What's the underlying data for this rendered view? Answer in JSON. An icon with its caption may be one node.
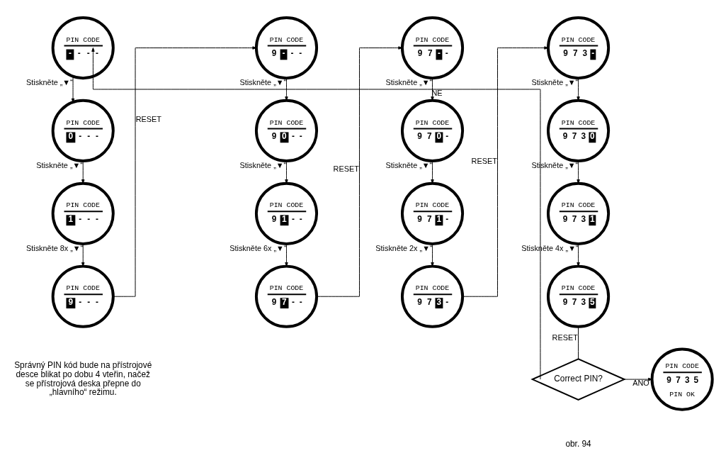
{
  "diagram": {
    "nodes": [
      {
        "text": [
          "PIN CODE",
          "- - - -"
        ]
      },
      {
        "text": [
          "PIN CODE",
          "0 - - -"
        ]
      },
      {
        "text": [
          "PIN CODE",
          "1 - - -"
        ]
      },
      {
        "text": [
          "PIN CODE",
          "9 - - -"
        ]
      },
      {
        "text": [
          "PIN CODE",
          "9 - - -"
        ]
      },
      {
        "text": [
          "PIN CODE",
          "9 0 - -"
        ]
      },
      {
        "text": [
          "PIN CODE",
          "9 1 - -"
        ]
      },
      {
        "text": [
          "PIN CODE",
          "9 7 - -"
        ]
      },
      {
        "text": [
          "PIN CODE",
          "9 7 - -"
        ]
      },
      {
        "text": [
          "PIN CODE",
          "9 7 0 -"
        ]
      },
      {
        "text": [
          "PIN CODE",
          "9 7 1 -"
        ]
      },
      {
        "text": [
          "PIN CODE",
          "9 7 3 -"
        ]
      },
      {
        "text": [
          "PIN CODE",
          "9 7 3 -"
        ]
      },
      {
        "text": [
          "PIN CODE",
          "9 7 3 0"
        ]
      },
      {
        "text": [
          "PIN CODE",
          "9 7 3 1"
        ]
      },
      {
        "text": [
          "PIN CODE",
          "9 7 3 5"
        ]
      },
      {
        "text": [
          "Correct PIN?"
        ]
      },
      {
        "text": [
          "PIN CODE",
          "9 7 3 5",
          "PIN OK"
        ]
      }
    ],
    "edges": [
      {
        "from": 0,
        "to": 1,
        "arrow": "to",
        "label": "Stiskněte „▼“"
      },
      {
        "from": 1,
        "to": 2,
        "arrow": "to",
        "label": "Stiskněte „▼“"
      },
      {
        "from": 2,
        "to": 3,
        "arrow": "to",
        "label": "Stiskněte 8x „▼“"
      },
      {
        "from": 3,
        "to": 4,
        "arrow": "to",
        "label": "RESET"
      },
      {
        "from": 4,
        "to": 5,
        "arrow": "to",
        "label": "Stiskněte „▼“"
      },
      {
        "from": 5,
        "to": 6,
        "arrow": "to",
        "label": "Stiskněte „▼“"
      },
      {
        "from": 6,
        "to": 7,
        "arrow": "to",
        "label": "Stiskněte 6x „▼“"
      },
      {
        "from": 7,
        "to": 8,
        "arrow": "to",
        "label": "RESET"
      },
      {
        "from": 8,
        "to": 9,
        "arrow": "to",
        "label": "Stiskněte „▼“"
      },
      {
        "from": 9,
        "to": 10,
        "arrow": "to",
        "label": "Stiskněte „▼“"
      },
      {
        "from": 10,
        "to": 11,
        "arrow": "to",
        "label": "Stiskněte 2x „▼“"
      },
      {
        "from": 11,
        "to": 12,
        "arrow": "to",
        "label": "RESET"
      },
      {
        "from": 12,
        "to": 13,
        "arrow": "to",
        "label": "Stiskněte „▼“"
      },
      {
        "from": 13,
        "to": 14,
        "arrow": "to",
        "label": "Stiskněte „▼“"
      },
      {
        "from": 14,
        "to": 15,
        "arrow": "to",
        "label": "Stiskněte 4x „▼“"
      },
      {
        "from": 15,
        "to": 16,
        "arrow": "none",
        "label": "RESET"
      },
      {
        "from": 16,
        "to": 0,
        "arrow": "to",
        "label": "NE"
      },
      {
        "from": 16,
        "to": 17,
        "arrow": "to",
        "label": "ANO"
      }
    ],
    "labels": [
      "Správný PIN kód bude na přístrojové desce blikat po dobu 4 vteřin, načež se přístrojová deska přepne do „hlavního“ režimu.",
      "obr. 94"
    ]
  }
}
